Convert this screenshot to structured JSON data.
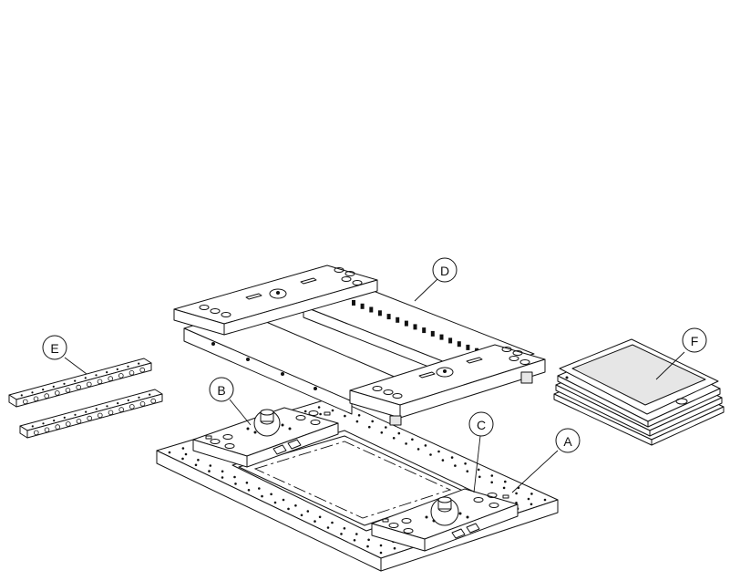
{
  "callouts": {
    "A": "A",
    "B": "B",
    "C": "C",
    "D": "D",
    "E": "E",
    "F": "F"
  }
}
